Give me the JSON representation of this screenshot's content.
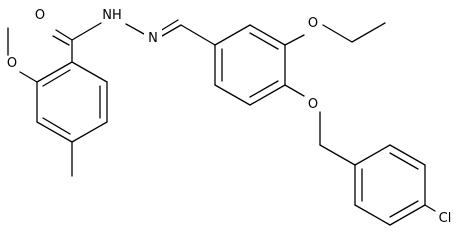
{
  "molecule": {
    "atoms": {
      "carbonyl_oxygen": "O",
      "hydrazide_nh": "NH",
      "hydrazone_n": "N",
      "ethoxy_oxygen": "O",
      "ether_oxygen": "O",
      "methoxy_oxygen": "O",
      "chlorine": "Cl"
    }
  }
}
